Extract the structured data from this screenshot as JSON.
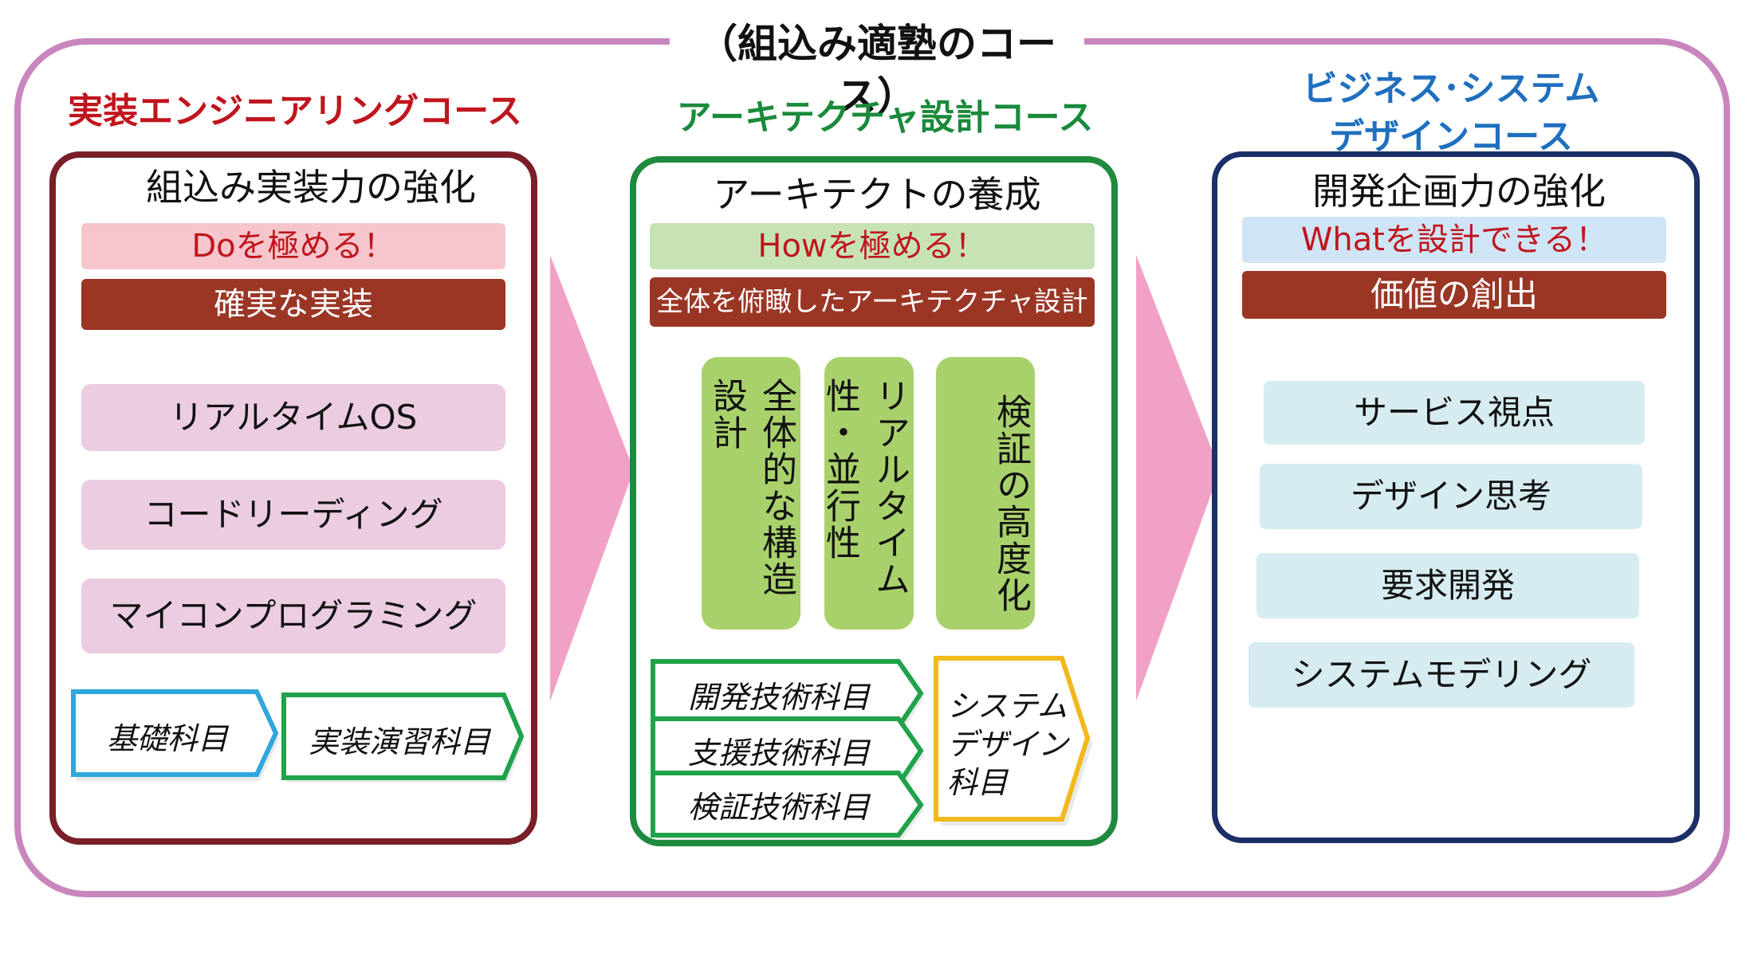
{
  "title": "（組込み適塾のコース）",
  "colors": {
    "outer_border": "#c986bd",
    "course1": "#c0151d",
    "course2": "#1a8a3a",
    "course3": "#1f6fbf",
    "arrow_pink": "#f1a1c5"
  },
  "courses": [
    {
      "title": "実装エンジニアリングコース",
      "heading": "組込み実装力の強化",
      "band1": "Doを極める！",
      "band2": "確実な実装",
      "items": [
        "リアルタイムOS",
        "コードリーディング",
        "マイコンプログラミング"
      ],
      "subjects": [
        "基礎科目",
        "実装演習科目"
      ]
    },
    {
      "title": "アーキテクチャ設計コース",
      "heading": "アーキテクトの養成",
      "band1": "Howを極める！",
      "band2": "全体を俯瞰したアーキテクチャ設計",
      "columns": [
        "全体的な構造設計",
        "リアルタイム性・並行性",
        "検証の高度化"
      ],
      "subjects": [
        "開発技術科目",
        "支援技術科目",
        "検証技術科目"
      ],
      "system_design": [
        "システム",
        "デザイン",
        "科目"
      ]
    },
    {
      "title_lines": [
        "ビジネス･システム",
        "デザインコース"
      ],
      "heading": "開発企画力の強化",
      "band1": "Whatを設計できる！",
      "band2": "価値の創出",
      "items": [
        "サービス視点",
        "デザイン思考",
        "要求開発",
        "システムモデリング"
      ]
    }
  ]
}
